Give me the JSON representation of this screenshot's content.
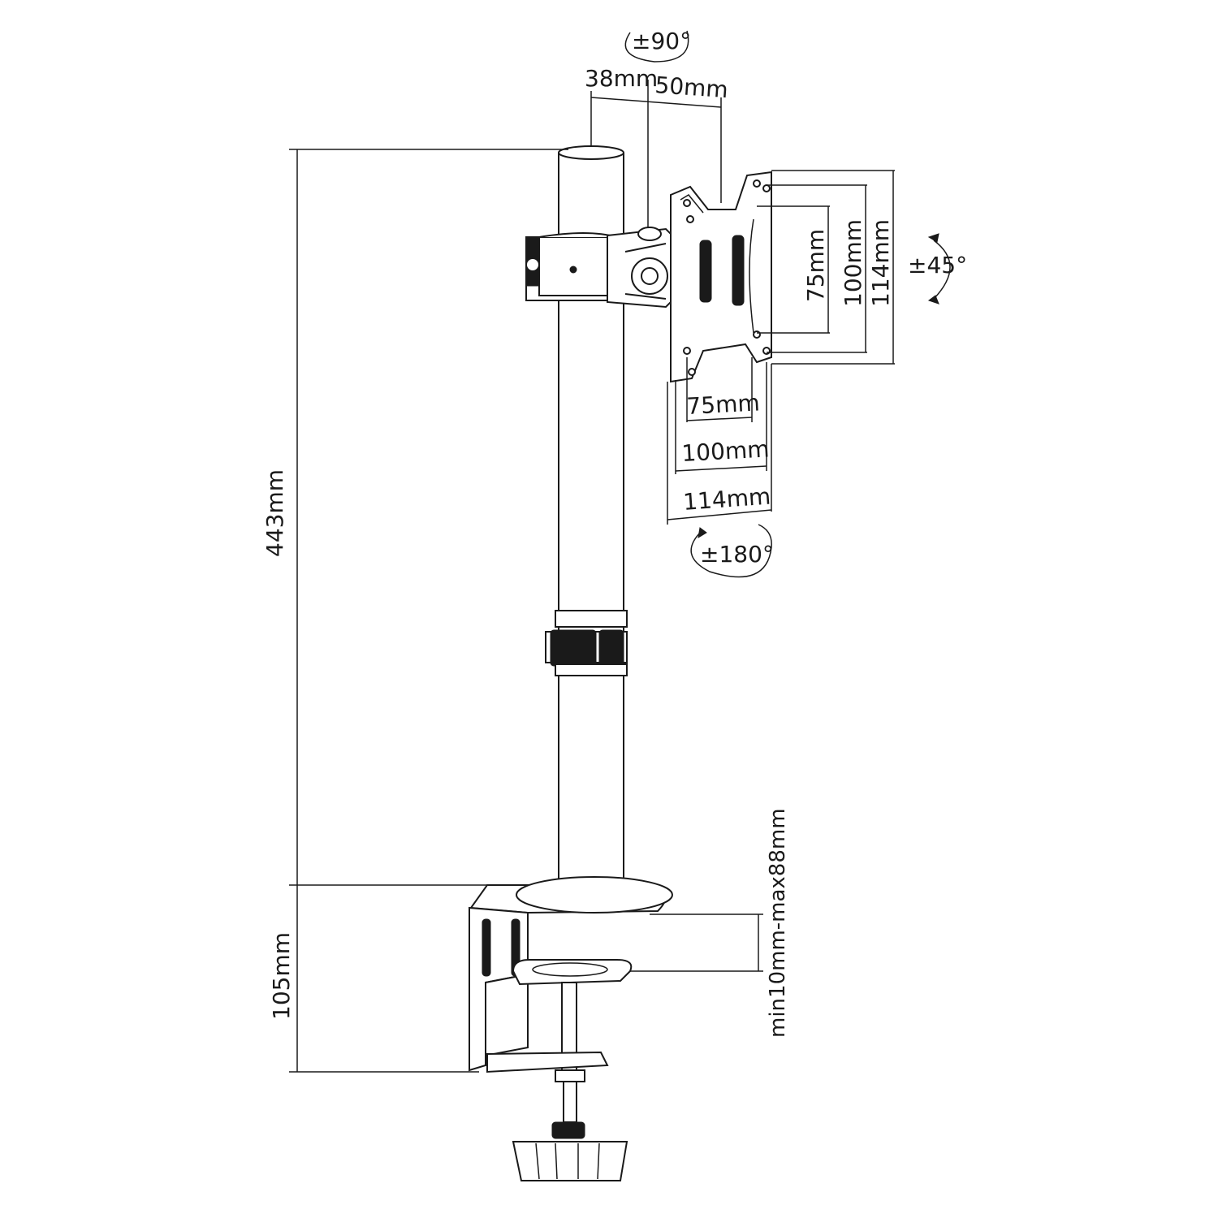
{
  "labels": {
    "swivel": "±90°",
    "offset_a": "38mm",
    "offset_b": "50mm",
    "height_total": "443mm",
    "height_clamp": "105mm",
    "vesa_v_75": "75mm",
    "vesa_v_100": "100mm",
    "vesa_v_114": "114mm",
    "tilt": "±45°",
    "vesa_h_75": "75mm",
    "vesa_h_100": "100mm",
    "vesa_h_114": "114mm",
    "rotation": "±180°",
    "clamp_range": "min10mm-max88mm"
  },
  "colors": {
    "line": "#1a1a1a",
    "background": "#ffffff"
  }
}
